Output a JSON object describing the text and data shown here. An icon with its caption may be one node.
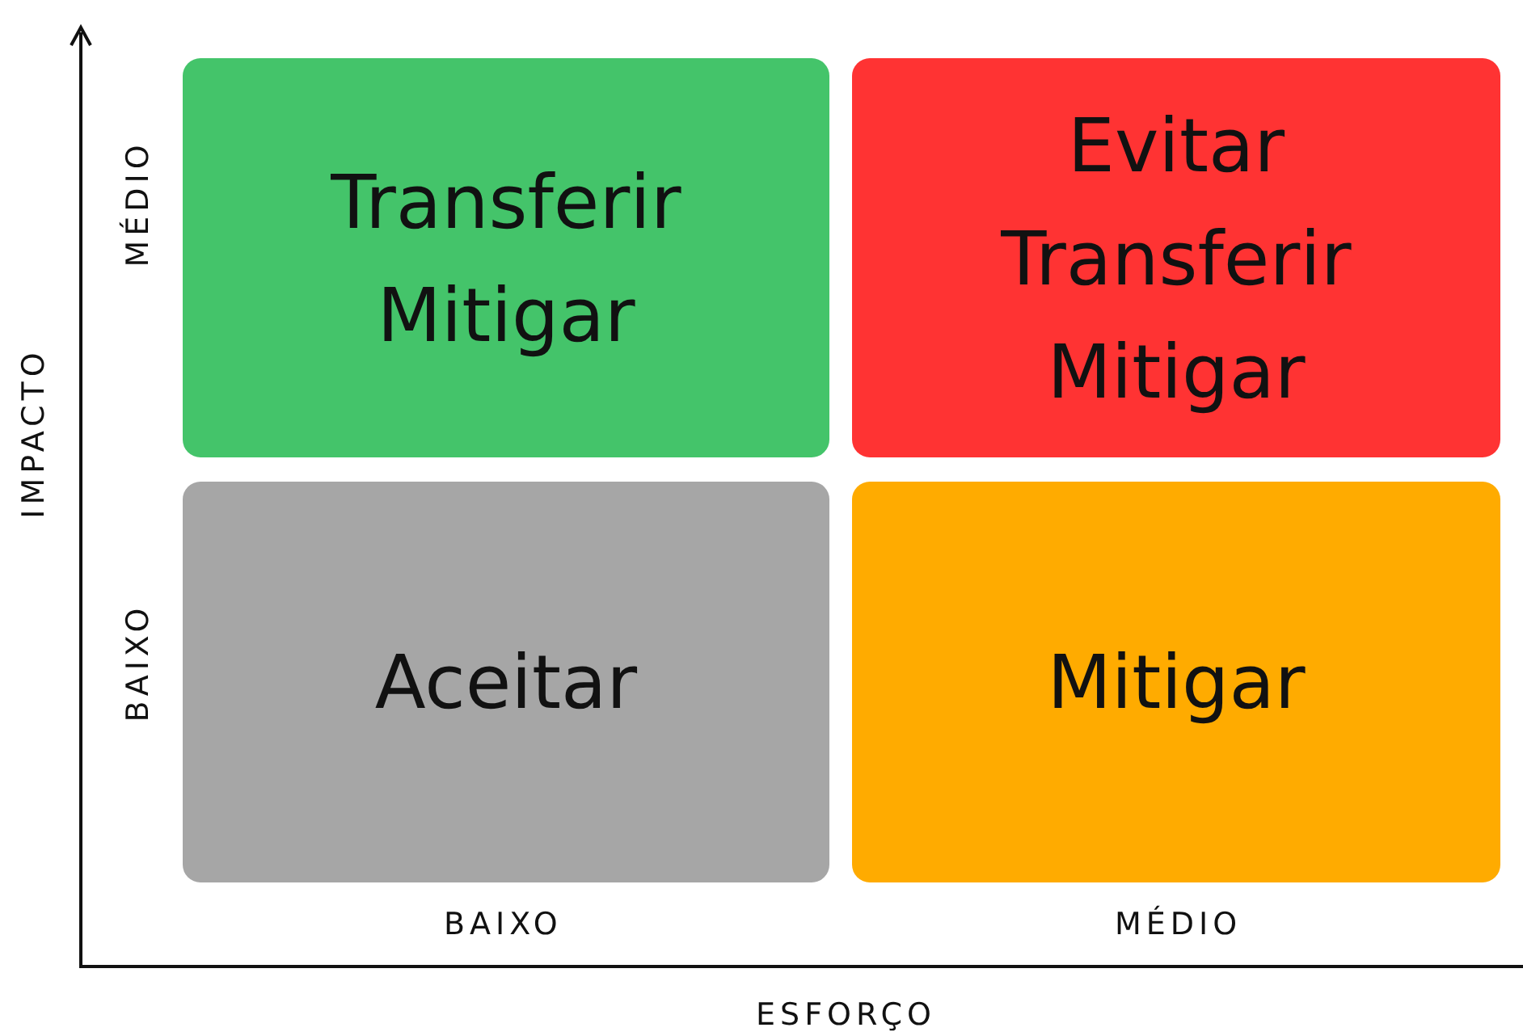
{
  "diagram": {
    "nodes": [
      {
        "text": [
          "Transferir",
          "Mitigar"
        ]
      },
      {
        "text": [
          "Evitar",
          "Transferir",
          "Mitigar"
        ]
      },
      {
        "text": [
          "Aceitar"
        ]
      },
      {
        "text": [
          "Mitigar"
        ]
      }
    ],
    "labels": [
      "MÉDIO",
      "IMPACTO",
      "BAIXO",
      "BAIXO",
      "MÉDIO",
      "ESFORÇO"
    ]
  }
}
